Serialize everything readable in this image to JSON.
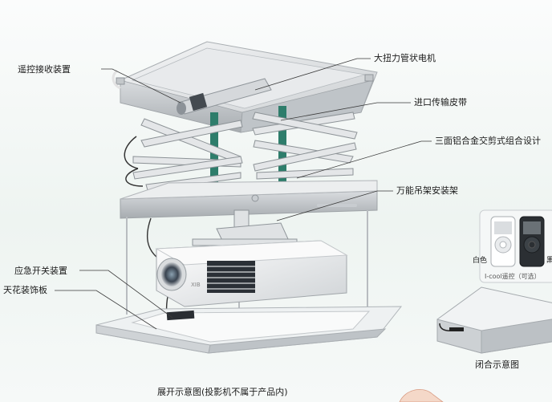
{
  "labels": {
    "remote_receiver": "遥控接收装置",
    "tubular_motor": "大扭力管状电机",
    "belt": "进口传输皮带",
    "scissor": "三面铝合金交剪式组合设计",
    "mount": "万能吊架安装架",
    "emergency_switch": "应急开关装置",
    "ceiling_panel": "天花装饰板"
  },
  "remotes": {
    "white": "白色",
    "black": "黑",
    "caption": "I-cool遥控（可选）"
  },
  "captions": {
    "expanded": "展开示意图(投影机不属于产品内)",
    "closed": "闭合示意图"
  },
  "projector_badge": "XIB",
  "colors": {
    "frame": "#eef0f1",
    "belt": "#2e7d6b",
    "background": "#eef3f1"
  }
}
